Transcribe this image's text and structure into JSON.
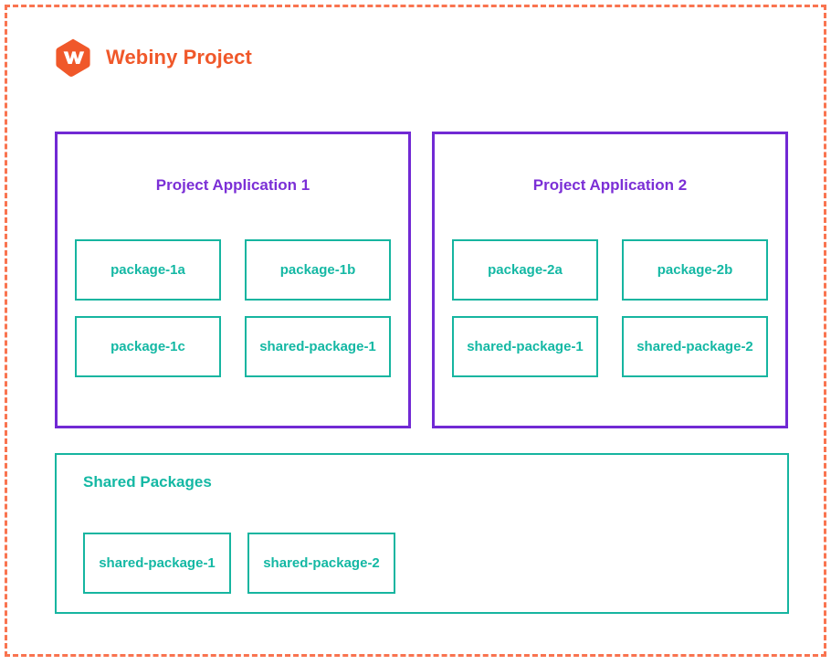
{
  "project": {
    "title": "Webiny Project",
    "logo_icon": "webiny-hexagon-w-logo",
    "boundary_style": "dashed",
    "colors": {
      "brand_orange": "#f0582a",
      "boundary_orange": "#f97450",
      "application_purple": "#7129d4",
      "application_title_purple": "#7b2fd6",
      "package_teal": "#16b5a0",
      "package_text_teal": "#14b8a4",
      "background": "#ffffff"
    }
  },
  "applications": [
    {
      "title": "Project Application 1",
      "packages": [
        "package-1a",
        "package-1b",
        "package-1c",
        "shared-package-1"
      ]
    },
    {
      "title": "Project Application 2",
      "packages": [
        "package-2a",
        "package-2b",
        "shared-package-1",
        "shared-package-2"
      ]
    }
  ],
  "shared_packages": {
    "title": "Shared Packages",
    "packages": [
      "shared-package-1",
      "shared-package-2"
    ]
  }
}
